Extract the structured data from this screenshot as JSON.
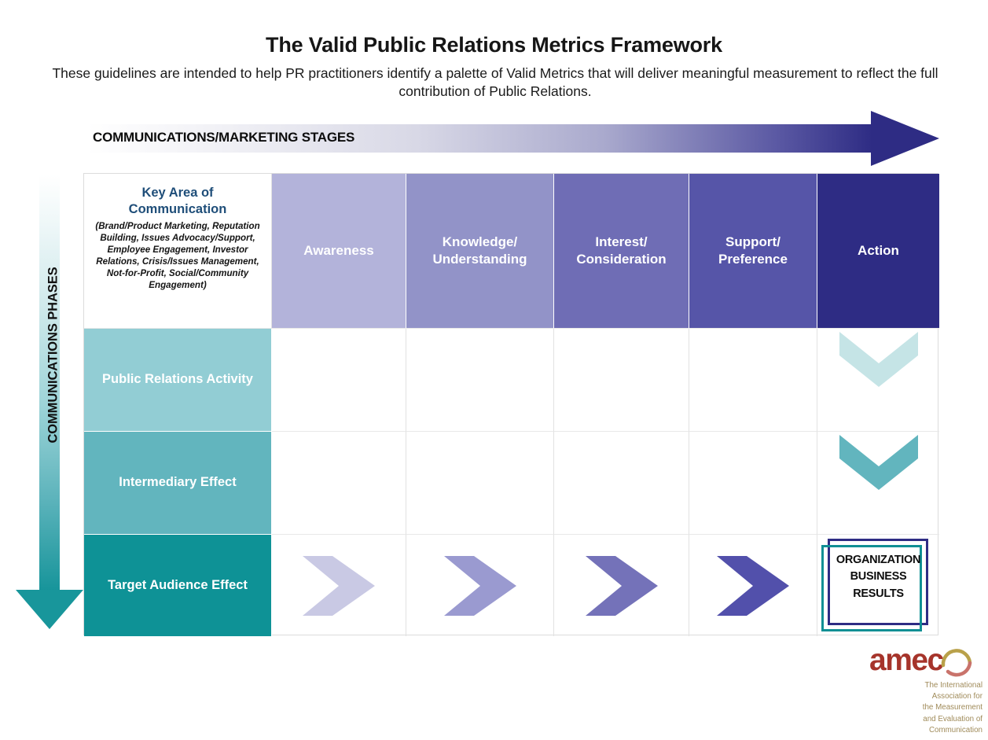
{
  "header": {
    "title": "The Valid Public Relations Metrics Framework",
    "subtitle": "These guidelines are intended to help PR practitioners identify a palette of Valid Metrics that will deliver meaningful measurement to reflect the full contribution of Public Relations."
  },
  "axes": {
    "horizontal_label": "COMMUNICATIONS/MARKETING STAGES",
    "vertical_label": "COMMUNICATIONS PHASES"
  },
  "matrix": {
    "corner": {
      "title": "Key Area of Communication",
      "detail": "(Brand/Product Marketing, Reputation Building, Issues Advocacy/Support, Employee Engagement, Investor Relations, Crisis/Issues Management, Not-for-Profit, Social/Community Engagement)"
    },
    "stages": [
      {
        "label": "Awareness",
        "color": "#b3b3da"
      },
      {
        "label": "Knowledge/ Understanding",
        "color": "#9293c8"
      },
      {
        "label": "Interest/ Consideration",
        "color": "#6f6db5"
      },
      {
        "label": "Support/ Preference",
        "color": "#5655a8"
      },
      {
        "label": "Action",
        "color": "#2e2c84"
      }
    ],
    "rows": [
      {
        "label": "Public Relations Activity",
        "color": "#92cdd4"
      },
      {
        "label": "Intermediary Effect",
        "color": "#62b5be"
      },
      {
        "label": "Target Audience Effect",
        "color": "#0e9296"
      }
    ],
    "down_chevrons": [
      {
        "color": "#c5e4e6"
      },
      {
        "color": "#62b5be"
      }
    ],
    "right_chevrons": [
      {
        "color": "#c9c9e4"
      },
      {
        "color": "#9a9ad0"
      },
      {
        "color": "#7472b9"
      },
      {
        "color": "#5250ab"
      }
    ],
    "outcome_box": {
      "line1": "ORGANIZATION",
      "line2": "BUSINESS",
      "line3": "RESULTS",
      "outer_color": "#2e2c84",
      "inner_color": "#108f94"
    }
  },
  "logo": {
    "wordmark": "amec",
    "wordmark_color": "#a6342b",
    "tagline_line1": "The International",
    "tagline_line2": "Association for",
    "tagline_line3": "the Measurement",
    "tagline_line4": "and Evaluation of",
    "tagline_line5": "Communication"
  }
}
